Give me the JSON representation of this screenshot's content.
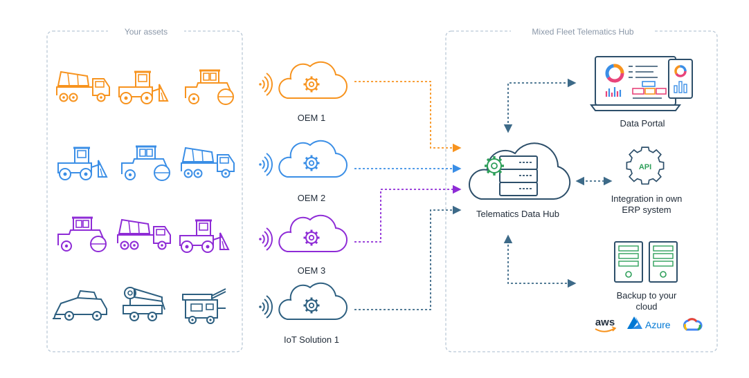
{
  "sections": {
    "assets_title": "Your assets",
    "hub_title": "Mixed Fleet Telematics Hub"
  },
  "sources": [
    {
      "label": "OEM 1",
      "color": "#f7931e"
    },
    {
      "label": "OEM 2",
      "color": "#3a8ee6"
    },
    {
      "label": "OEM 3",
      "color": "#8e2bd6"
    },
    {
      "label": "IoT Solution 1",
      "color": "#2d5f80"
    }
  ],
  "hub": {
    "label": "Telematics Data Hub",
    "color": "#2e9f5a"
  },
  "outputs": {
    "portal_label": "Data Portal",
    "integration_label_1": "Integration in own",
    "integration_label_2": "ERP system",
    "api_text": "API",
    "backup_label_1": "Backup to your",
    "backup_label_2": "cloud"
  },
  "cloud_providers": {
    "aws": "aws",
    "azure": "Azure"
  },
  "colors": {
    "arrow_dark": "#3d6a88",
    "frame": "#b9c8d6",
    "outline": "#2d4f6a",
    "green": "#2e9f5a",
    "pink": "#e8447a",
    "chart_blue": "#3a8ee6",
    "chart_orange": "#f7931e"
  }
}
